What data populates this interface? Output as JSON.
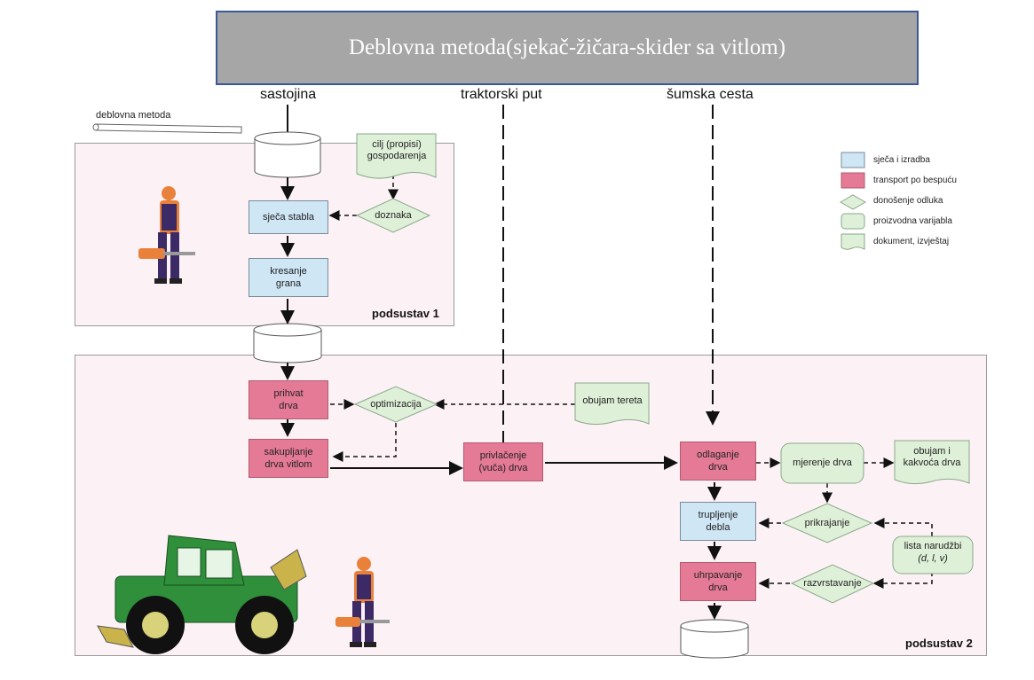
{
  "title": "Deblovna metoda(sjekač-žičara-skider sa vitlom)",
  "lanes": {
    "sastojina": "sastojina",
    "traktorski_put": "traktorski put",
    "sumska_cesta": "šumska cesta"
  },
  "method_label": "deblovna metoda",
  "legend": {
    "seca": "sječa i izradba",
    "transport": "transport po bespuću",
    "odluka": "donošenje odluka",
    "varijabla": "proizvodna varijabla",
    "dokument": "dokument, izvještaj"
  },
  "subsystem1": {
    "label": "podsustav 1",
    "cilj": "cilj (propisi) gospodarenja",
    "doznaka": "doznaka",
    "sjeca_stabla": "sječa stabla",
    "kresanje": "kresanje grana"
  },
  "subsystem2": {
    "label": "podsustav 2",
    "prihvat": "prihvat drva",
    "optimizacija": "optimizacija",
    "obujam_tereta": "obujam tereta",
    "sakupljanje": "sakupljanje drva vitlom",
    "privlacenje": "privlačenje (vuča) drva",
    "odlaganje": "odlaganje drva",
    "mjerenje": "mjerenje drva",
    "obujam_kakvoca": "obujam i kakvoća drva",
    "trupljenje": "trupljenje debla",
    "prikrajanje": "prikrajanje",
    "lista": "lista narudžbi",
    "lista_vars": "(d, l, v)",
    "uhrpavanje": "uhrpavanje drva",
    "razvrstavanje": "razvrstavanje"
  },
  "colors": {
    "blue": "#cfe6f5",
    "red": "#e57a96",
    "green": "#dff0d8",
    "panel": "#fcf2f6",
    "title_bg": "#a6a6a6"
  }
}
